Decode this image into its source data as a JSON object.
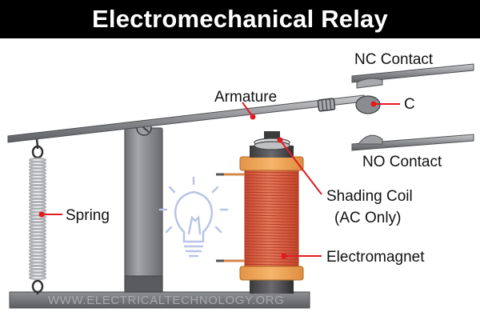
{
  "title": "Electromechanical Relay",
  "labels": {
    "nc_contact": "NC Contact",
    "armature": "Armature",
    "common": "C",
    "no_contact": "NO Contact",
    "spring": "Spring",
    "shading_coil_line1": "Shading Coil",
    "shading_coil_line2": "(AC Only)",
    "electromagnet": "Electromagnet"
  },
  "watermark": "WWW.ELECTRICALTECHNOLOGY.ORG",
  "colors": {
    "title_bg": "#000000",
    "title_text": "#ffffff",
    "callout": "#e11b22",
    "coil": "#e0694c",
    "coil_cap": "#f0a65a",
    "metal": "#8c8d90",
    "bulb": "#b9c4e6"
  },
  "icons": [
    "light-bulb-icon"
  ]
}
